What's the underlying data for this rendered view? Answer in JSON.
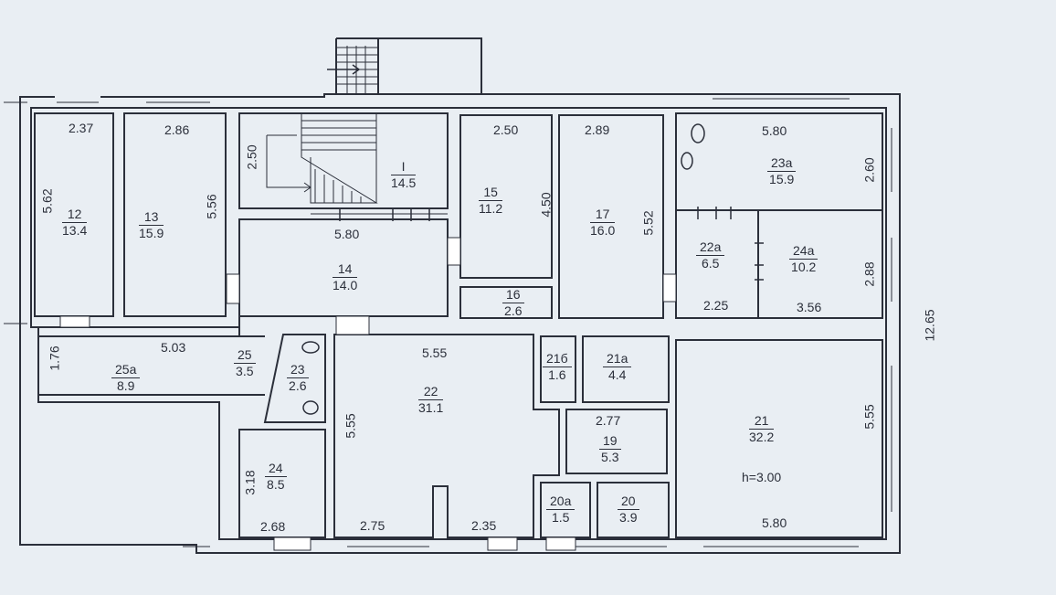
{
  "plan": {
    "rooms": [
      {
        "id": "12",
        "number": "12",
        "area": "13.4"
      },
      {
        "id": "13",
        "number": "13",
        "area": "15.9"
      },
      {
        "id": "I",
        "number": "I",
        "area": "14.5"
      },
      {
        "id": "14",
        "number": "14",
        "area": "14.0"
      },
      {
        "id": "15",
        "number": "15",
        "area": "11.2"
      },
      {
        "id": "16",
        "number": "16",
        "area": "2.6"
      },
      {
        "id": "17",
        "number": "17",
        "area": "16.0"
      },
      {
        "id": "23a",
        "number": "23а",
        "area": "15.9"
      },
      {
        "id": "22a",
        "number": "22а",
        "area": "6.5"
      },
      {
        "id": "24a",
        "number": "24а",
        "area": "10.2"
      },
      {
        "id": "25a",
        "number": "25а",
        "area": "8.9"
      },
      {
        "id": "25",
        "number": "25",
        "area": "3.5"
      },
      {
        "id": "23",
        "number": "23",
        "area": "2.6"
      },
      {
        "id": "24",
        "number": "24",
        "area": "8.5"
      },
      {
        "id": "22",
        "number": "22",
        "area": "31.1"
      },
      {
        "id": "21b",
        "number": "21б",
        "area": "1.6"
      },
      {
        "id": "21a",
        "number": "21а",
        "area": "4.4"
      },
      {
        "id": "19",
        "number": "19",
        "area": "5.3"
      },
      {
        "id": "20a",
        "number": "20а",
        "area": "1.5"
      },
      {
        "id": "20",
        "number": "20",
        "area": "3.9"
      },
      {
        "id": "21",
        "number": "21",
        "area": "32.2"
      }
    ],
    "dimensions": {
      "d_2_37": "2.37",
      "d_2_86": "2.86",
      "d_5_62": "5.62",
      "d_5_56": "5.56",
      "d_2_50_stair": "2.50",
      "d_5_80_corr": "5.80",
      "d_2_50": "2.50",
      "d_4_50": "4.50",
      "d_2_89": "2.89",
      "d_5_52": "5.52",
      "d_5_80_top": "5.80",
      "d_2_60": "2.60",
      "d_2_88": "2.88",
      "d_2_25": "2.25",
      "d_3_56": "3.56",
      "d_12_65": "12.65",
      "d_5_03": "5.03",
      "d_1_76": "1.76",
      "d_5_55_h": "5.55",
      "d_5_55_v": "5.55",
      "d_2_77": "2.77",
      "d_3_18": "3.18",
      "d_2_68": "2.68",
      "d_2_75": "2.75",
      "d_2_35": "2.35",
      "d_5_55_r": "5.55",
      "d_5_80_bot": "5.80"
    },
    "ceiling_height": "h=3.00",
    "colors": {
      "ink": "#2b2f3a",
      "paper": "#e9eef3",
      "wall": "#ffffff"
    }
  }
}
